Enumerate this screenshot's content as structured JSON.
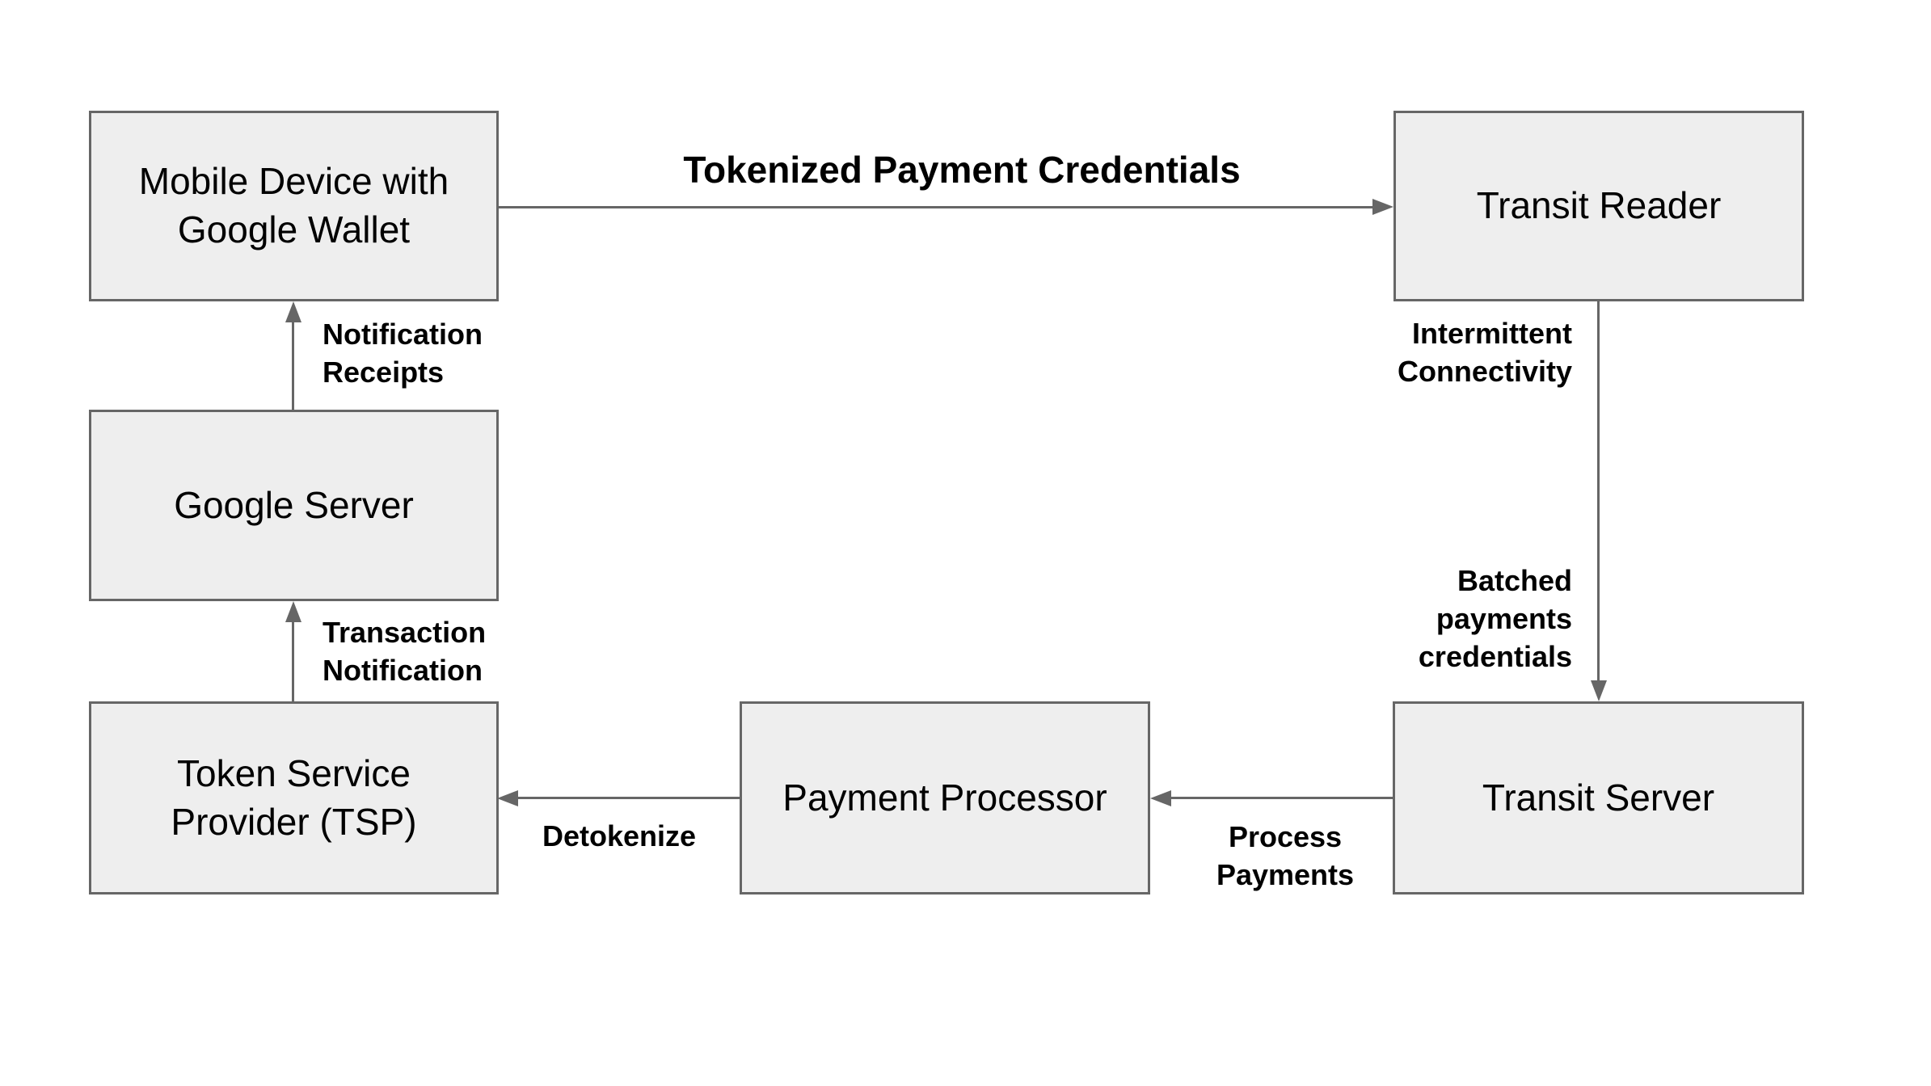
{
  "diagram": {
    "background": "#ffffff",
    "colors": {
      "node_fill": "#eeeeee",
      "node_border": "#666666",
      "arrow": "#666666",
      "text": "#000000"
    },
    "nodes": [
      {
        "id": "mobile-device-google-wallet",
        "label": "Mobile Device with\nGoogle Wallet"
      },
      {
        "id": "transit-reader",
        "label": "Transit Reader"
      },
      {
        "id": "google-server",
        "label": "Google Server"
      },
      {
        "id": "token-service-provider",
        "label": "Token Service\nProvider (TSP)"
      },
      {
        "id": "payment-processor",
        "label": "Payment Processor"
      },
      {
        "id": "transit-server",
        "label": "Transit Server"
      }
    ],
    "edges": [
      {
        "id": "tokenized-payment-credentials",
        "from": "mobile-device-google-wallet",
        "to": "transit-reader",
        "direction": "right",
        "label": "Tokenized Payment Credentials"
      },
      {
        "id": "reader-to-transit-server",
        "from": "transit-reader",
        "to": "transit-server",
        "direction": "down",
        "labels": [
          "Intermittent\nConnectivity",
          "Batched\npayments\ncredentials"
        ]
      },
      {
        "id": "process-payments",
        "from": "transit-server",
        "to": "payment-processor",
        "direction": "left",
        "label": "Process\nPayments"
      },
      {
        "id": "detokenize",
        "from": "payment-processor",
        "to": "token-service-provider",
        "direction": "left",
        "label": "Detokenize"
      },
      {
        "id": "transaction-notification",
        "from": "token-service-provider",
        "to": "google-server",
        "direction": "up",
        "label": "Transaction\nNotification"
      },
      {
        "id": "notification-receipts",
        "from": "google-server",
        "to": "mobile-device-google-wallet",
        "direction": "up",
        "label": "Notification\nReceipts"
      }
    ]
  }
}
